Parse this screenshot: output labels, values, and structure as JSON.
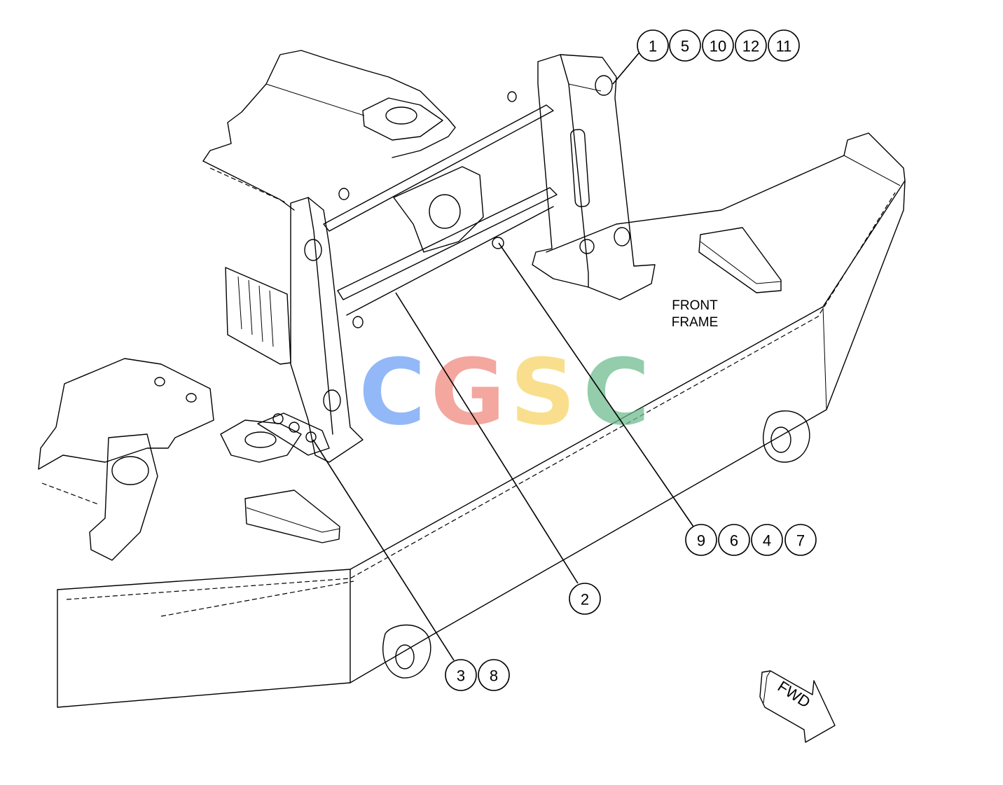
{
  "labels": {
    "frame_line1": "FRONT",
    "frame_line2": "FRAME",
    "fwd": "FWD"
  },
  "callouts": {
    "top_group": [
      "1",
      "5",
      "10",
      "12",
      "11"
    ],
    "right_group": [
      "9",
      "6",
      "4",
      "7"
    ],
    "middle": [
      "2"
    ],
    "bottom_group": [
      "3",
      "8"
    ]
  },
  "watermark": {
    "letters": [
      "C",
      "G",
      "S",
      "C"
    ],
    "colors": [
      "#6fa1f5",
      "#ef8a80",
      "#f7d568",
      "#6fbd8f"
    ]
  }
}
